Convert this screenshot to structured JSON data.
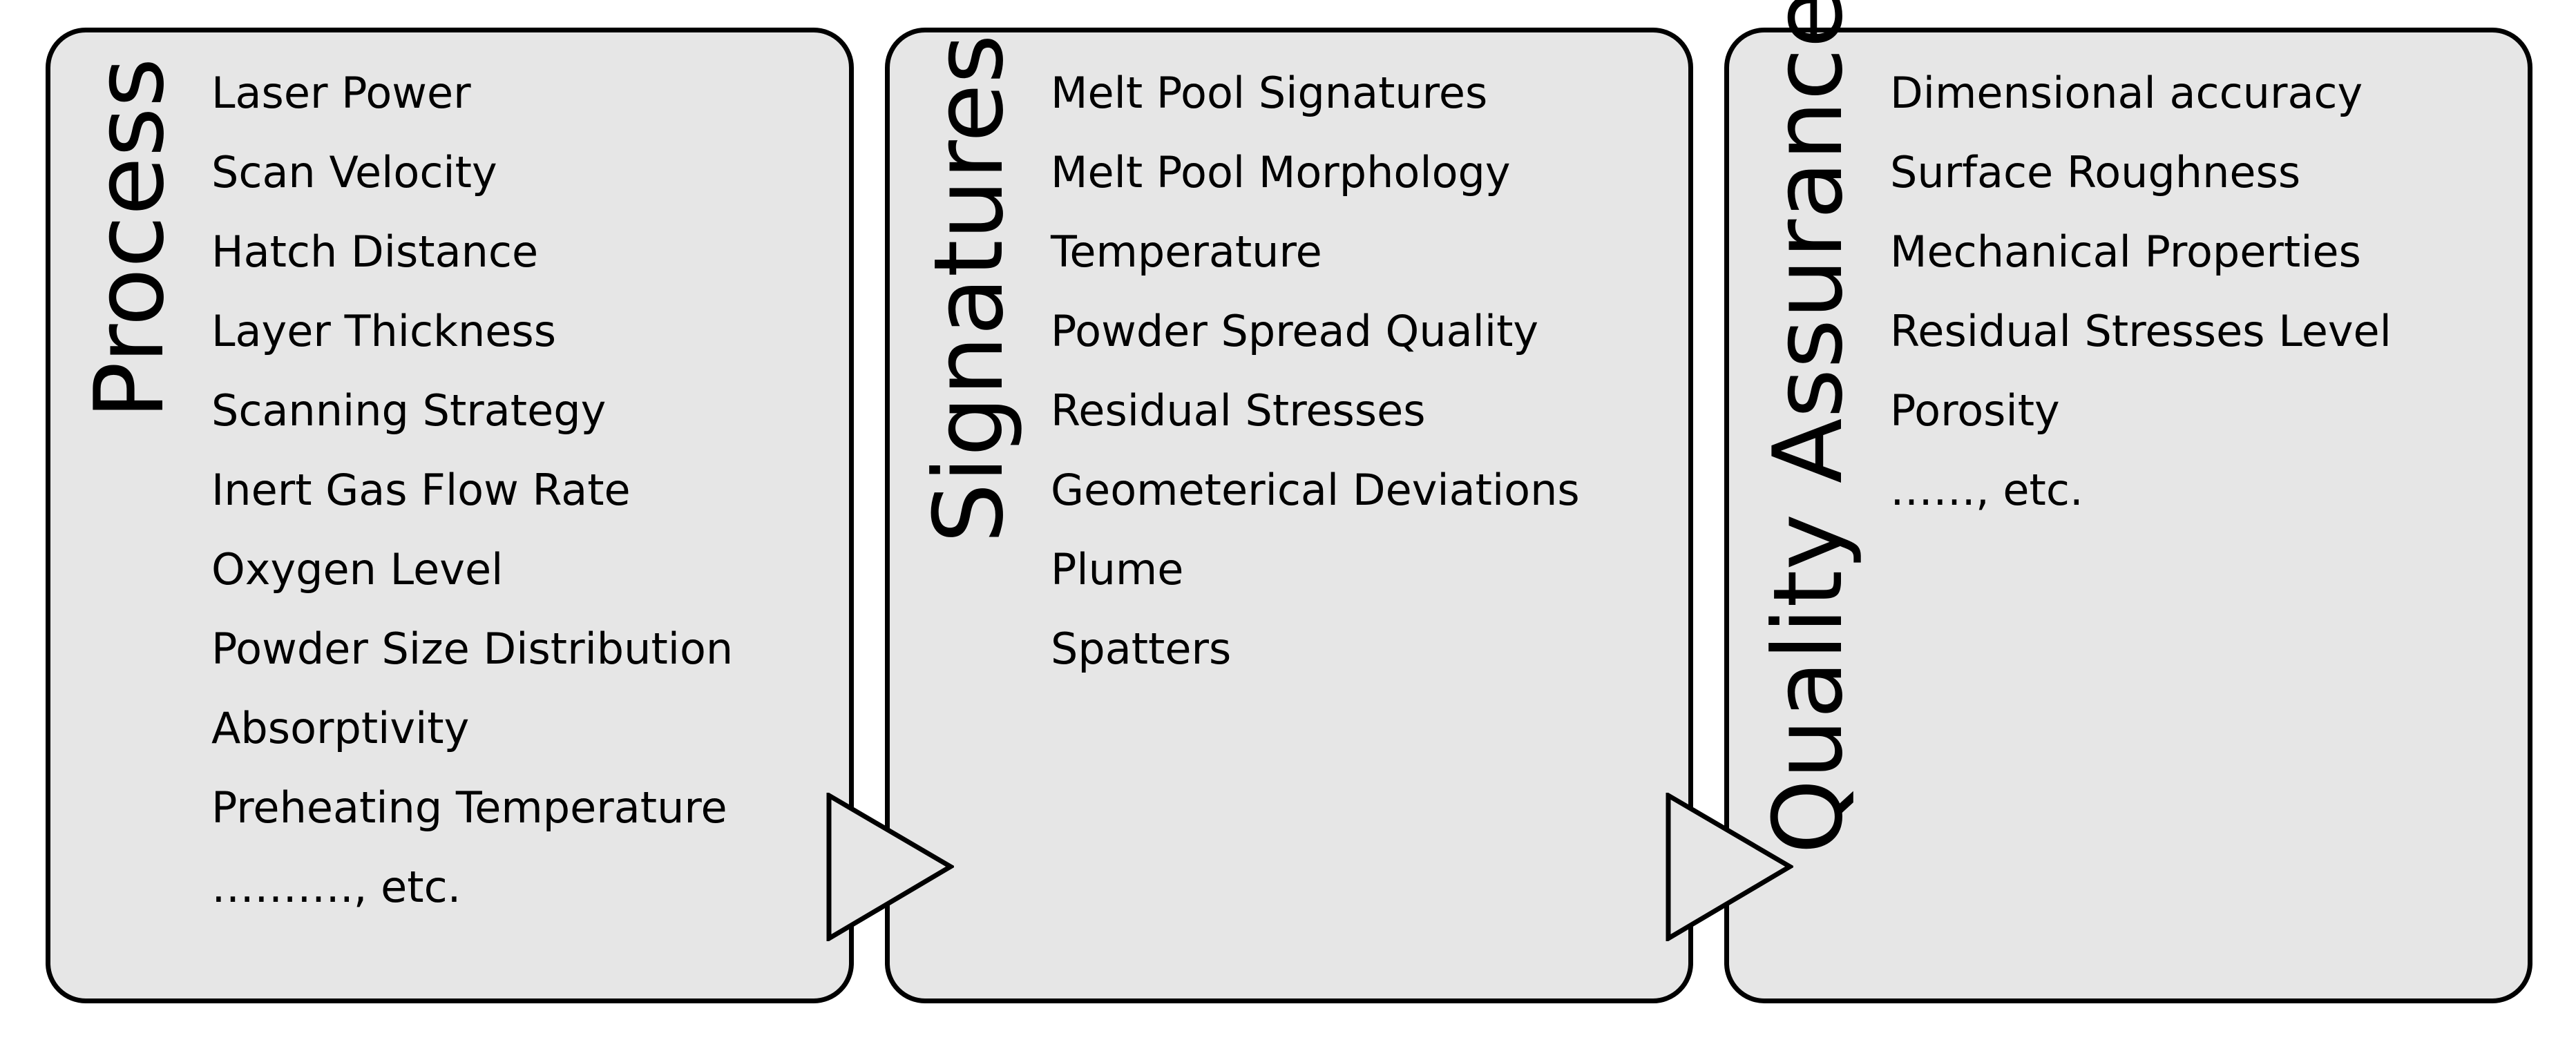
{
  "panels": [
    {
      "title": "Process",
      "items": [
        "Laser Power",
        "Scan Velocity",
        "Hatch Distance",
        "Layer Thickness",
        "Scanning Strategy",
        "Inert Gas Flow Rate",
        "Oxygen Level",
        "Powder Size Distribution",
        "Absorptivity",
        "Preheating Temperature",
        "………., etc."
      ]
    },
    {
      "title": "Signatures",
      "items": [
        "Melt Pool Signatures",
        "Melt Pool Morphology",
        "Temperature",
        "Powder Spread Quality",
        "Residual Stresses",
        "Geometerical Deviations",
        "Plume",
        "Spatters"
      ]
    },
    {
      "title": "Quality Assurance",
      "items": [
        "Dimensional accuracy",
        "Surface Roughness",
        "Mechanical Properties",
        "Residual Stresses Level",
        "Porosity",
        "……, etc."
      ]
    }
  ],
  "colors": {
    "panel_fill": "#e6e6e6",
    "border": "#000000",
    "text": "#000000"
  },
  "icons": [
    "triangle-arrow-icon",
    "triangle-arrow-icon"
  ]
}
